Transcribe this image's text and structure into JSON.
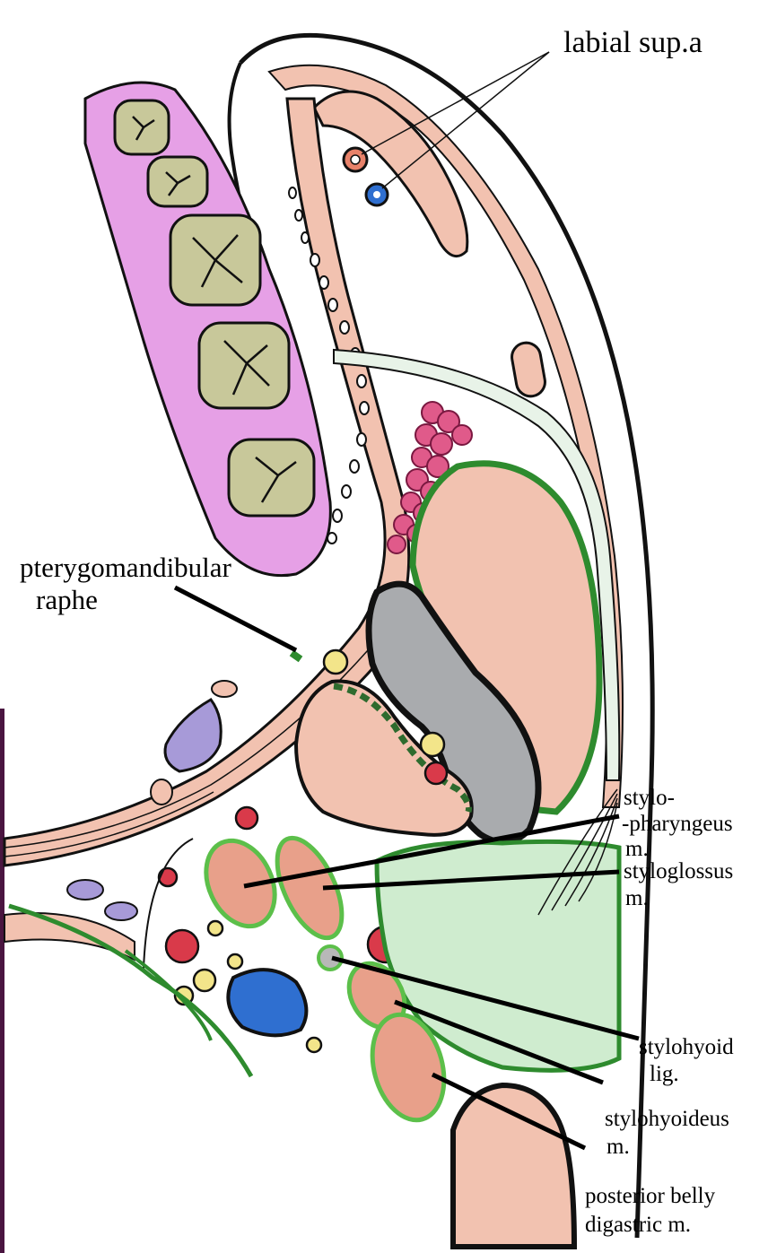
{
  "labels": {
    "labial_sup_a": "labial sup.a",
    "pterygomandibular_line1": "pterygomandibular",
    "pterygomandibular_line2": "raphe",
    "stylopharyngeus_line1": "stylo-",
    "stylopharyngeus_line2": "-pharyngeus",
    "stylopharyngeus_line3": "m.",
    "styloglossus_line1": "styloglossus",
    "styloglossus_line2": "m.",
    "stylohyoid_lig_line1": "stylohyoid",
    "stylohyoid_lig_line2": "lig.",
    "stylohyoideus_line1": "stylohyoideus",
    "stylohyoideus_line2": "m.",
    "digastric_line1": "posterior belly",
    "digastric_line2": "digastric m."
  },
  "colors": {
    "muscle": "#f2c2b0",
    "muscle_dark": "#e8a08a",
    "gingiva": "#e6a0e6",
    "tooth": "#c8c89a",
    "bone": "#a9abae",
    "fascia_green": "#2e8b2e",
    "light_green": "#cfeccf",
    "artery": "#d93a4a",
    "vein": "#2f6fd0",
    "nerve": "#f3e58a",
    "gland": "#e05a8a",
    "lymph": "#a79ad8"
  }
}
